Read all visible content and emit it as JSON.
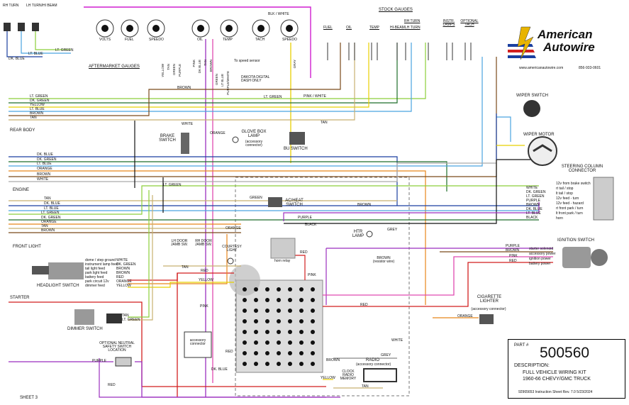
{
  "corner_labels": {
    "rh_turn": "RH TURN",
    "lh_turn_hi_beam": "LH TURN/HI BEAM",
    "dk_blue": "DK. BLUE",
    "lt_blue": "LT. BLUE",
    "lt_green": "LT. GREEN"
  },
  "aftermarket": {
    "title": "AFTERMARKET GAUGES",
    "gauges": [
      "VOLTS",
      "FUEL",
      "SPEEDO",
      "OIL",
      "TEMP",
      "TACH",
      "SPEEDO"
    ],
    "blk_white": "BLK / WHITE",
    "to_speed": "To speed sensor",
    "dakota": "DAKOTA DIGITAL DASH ONLY",
    "wire_labels": [
      "YELLOW",
      "TAN",
      "GREEN",
      "PURPLE",
      "PINK",
      "DK BLUE",
      "TAN",
      "BROWN",
      "GREEN",
      "LT BLUE",
      "PURPLE/WHITE",
      "GRAY"
    ]
  },
  "stock": {
    "title": "STOCK GAUGES",
    "headers": [
      "FUEL",
      "OIL",
      "TEMP",
      "HI-BEAM",
      "RH TURN",
      "LH TURN",
      "INSTR. LAMPS",
      "OPTIONAL TACH"
    ]
  },
  "logo": {
    "line1": "American",
    "line2": "Autowire",
    "url": "www.americanautowire.com",
    "phone": "856-933-0601"
  },
  "sections": {
    "rear_body": "REAR BODY",
    "engine": "ENGINE",
    "front_light": "FRONT LIGHT",
    "starter": "STARTER",
    "sheet": "SHEET 3"
  },
  "left_wires": {
    "top": [
      "LT. GREEN",
      "DK. GREEN",
      "YELLOW",
      "LT. BLUE",
      "BROWN",
      "TAN"
    ],
    "rear": [
      "DK. BLUE",
      "DK. GREEN",
      "LT. BLUE",
      "ORANGE"
    ],
    "engine": [
      "BROWN",
      "WHITE",
      "TAN",
      "DK. BLUE",
      "LT. BLUE",
      "LT. GREEN",
      "DK. GREEN",
      "ORANGE",
      "TAN",
      "BROWN"
    ]
  },
  "components": {
    "brake": "BRAKE SWITCH",
    "glove": "GLOVE BOX LAMP",
    "glove_sub": "(accessory connector)",
    "bu": "BU SWITCH",
    "wiper_switch": "WIPER SWITCH",
    "wiper_motor": "WIPER MOTOR",
    "steering": "STEERING COLUMN CONNECTOR",
    "ac_heat": "AC/HEAT SWITCH",
    "htr": "HTR LAMP",
    "ignition": "IGNITION SWITCH",
    "cig": "CIGARETTE LIGHTER",
    "cig_sub": "(accessory connector)",
    "headlight": "HEADLIGHT SWITCH",
    "dimmer": "DIMMER SWITCH",
    "neutral": "OPTIONAL NEUTRAL SAFETY SWITCH LOCATION",
    "radio": "RADIO",
    "radio_sub": "(accessory connector)",
    "clock": "CLOCK RADIO MEMORY",
    "accessory_connector": "accessory connector",
    "courtesy": "COURTESY LIGHT",
    "lh_door": "LH DOOR JAMB SW.",
    "rh_door": "RH DOOR JAMB SW.",
    "horn_relay": "horn relay",
    "brown_resistor": "BROWN (resistor wire)"
  },
  "headlight_pins": [
    "dome / step ground",
    "instrument lamp feed",
    "tail light feed",
    "park light feed",
    "battery feed",
    "park circuit 12v",
    "dimmer feed"
  ],
  "headlight_wires": [
    "WHITE",
    "DK. GREEN",
    "BROWN",
    "BROWN",
    "RED",
    "ORANGE",
    "YELLOW"
  ],
  "steering_pins": [
    "12v from brake switch",
    "rt tail / stop",
    "lt tail / stop",
    "12v feed - turn",
    "12v feed - hazard",
    "rt front park / turn",
    "lt front park / turn",
    "horn"
  ],
  "steering_wires": [
    "WHITE",
    "DK. GREEN",
    "LT. GREEN",
    "PURPLE",
    "BROWN",
    "DK. BLUE",
    "LT. BLUE",
    "BLACK"
  ],
  "ignition_pins": [
    "starter solenoid",
    "accessory power",
    "ignition power",
    "battery power"
  ],
  "ignition_wires": [
    "PURPLE",
    "BROWN",
    "PINK",
    "RED"
  ],
  "part": {
    "label": "PART #",
    "number": "500560",
    "desc_label": "DESCRIPTION:",
    "desc1": "FULL VEHICLE WIRING KIT",
    "desc2": "1960-66 CHEVY/GMC TRUCK",
    "footer": "92965653  Instruction Sheet   Rev. 7.0   5/23/2024"
  },
  "mid_wire_labels": [
    "BROWN",
    "PINK / WHITE",
    "LT. GREEN",
    "WHITE",
    "TAN",
    "ORANGE",
    "PURPLE",
    "BLACK",
    "GREY",
    "RED",
    "PINK",
    "RED",
    "YELLOW",
    "PINK",
    "ORANGE",
    "DK. BLUE",
    "RED",
    "BROWN",
    "YELLOW",
    "TAN",
    "GREY",
    "WHITE",
    "PURPLE",
    "RED",
    "TAN",
    "ORANGE",
    "LT. GREEN",
    "GREEN",
    "BROWN",
    "RED",
    "TAN",
    "LT. GREEN"
  ],
  "colors": {
    "purple": "#9b2fbf",
    "pink": "#e04ab0",
    "red": "#d21f1f",
    "orange": "#e8861a",
    "yellow": "#e8d000",
    "green": "#3aa43a",
    "dkgreen": "#1f6e2a",
    "ltgreen": "#8ccf3a",
    "ltblue": "#4aa3e0",
    "dkblue": "#1a3fa0",
    "brown": "#7a4a1a",
    "tan": "#c8b070",
    "grey": "#888888",
    "black": "#111111",
    "magenta": "#d01fd0"
  }
}
